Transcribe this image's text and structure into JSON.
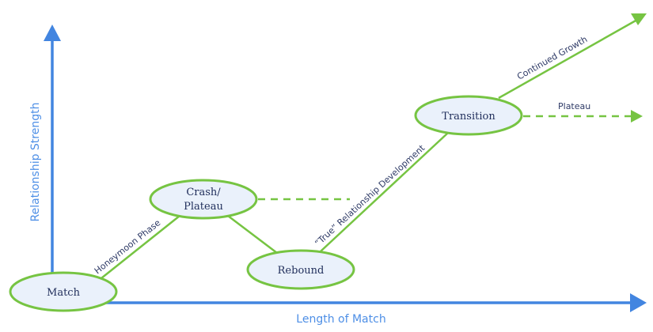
{
  "title": "Relationship development over length of match",
  "colors": {
    "axis": "#4285e0",
    "axis_label": "#4e8fe6",
    "edge": "#76c442",
    "node_fill": "#eaf1fb",
    "node_text": "#1f2d5a",
    "edge_label": "#2e3a66"
  },
  "axes": {
    "x_label": "Length of Match",
    "y_label": "Relationship Strength"
  },
  "nodes": {
    "match": {
      "label": "Match"
    },
    "crash": {
      "label_line1": "Crash/",
      "label_line2": "Plateau"
    },
    "rebound": {
      "label": "Rebound"
    },
    "transition": {
      "label": "Transition"
    }
  },
  "edges": {
    "honeymoon": {
      "label": "Honeymoon Phase",
      "style": "solid"
    },
    "crash_to_rebound": {
      "label": "",
      "style": "solid"
    },
    "crash_plateau_dashed": {
      "label": "",
      "style": "dashed"
    },
    "true_development": {
      "label": "“True” Relationship Development",
      "style": "solid"
    },
    "continued_growth": {
      "label": "Continued Growth",
      "style": "solid",
      "arrow": true
    },
    "plateau": {
      "label": "Plateau",
      "style": "dashed",
      "arrow": true
    }
  }
}
